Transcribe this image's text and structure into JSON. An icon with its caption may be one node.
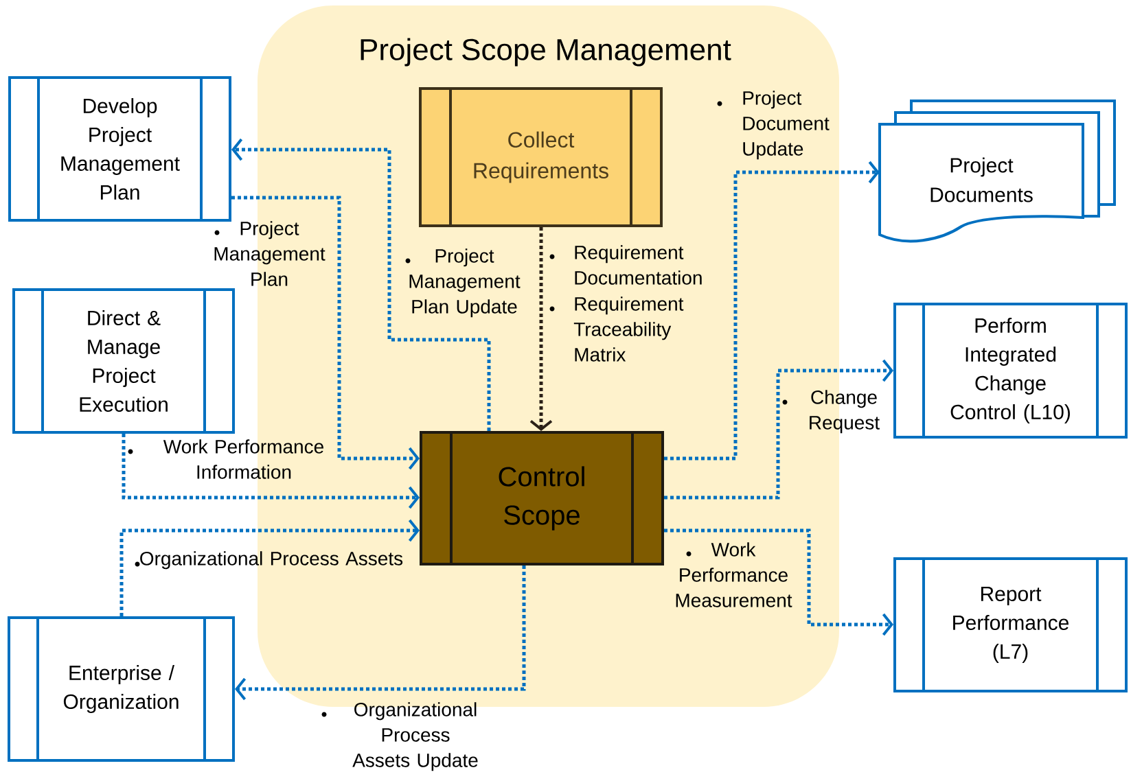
{
  "diagram": {
    "nodes": [
      {
        "text": [
          "Project Scope Management"
        ]
      },
      {
        "text": [
          "Develop Project Management Plan"
        ]
      },
      {
        "text": [
          "Collect Requirements"
        ],
        "in": 0
      },
      {
        "text": [
          "Project Documents"
        ]
      },
      {
        "text": [
          "Direct & Manage Project Execution"
        ]
      },
      {
        "text": [
          "Perform Integrated Change Control (L10)"
        ]
      },
      {
        "text": [
          "Control Scope"
        ],
        "in": 0
      },
      {
        "text": [
          "Enterprise / Organization"
        ]
      },
      {
        "text": [
          "Report Performance (L7)"
        ]
      }
    ],
    "edges": [
      {
        "from": 6,
        "to": 1,
        "arrow": "to",
        "label": "Project Management Plan Update"
      },
      {
        "from": 1,
        "to": 6,
        "arrow": "to",
        "label": "Project Management Plan"
      },
      {
        "from": 2,
        "to": 6,
        "arrow": "to",
        "label": "Requirement Documentation",
        "color": "#2b2118"
      },
      {
        "from": 6,
        "to": 3,
        "arrow": "to",
        "label": "Project Document Update"
      },
      {
        "from": 4,
        "to": 6,
        "arrow": "to",
        "label": "Work Performance Information"
      },
      {
        "from": 6,
        "to": 5,
        "arrow": "to",
        "label": "Change Request"
      },
      {
        "from": 7,
        "to": 6,
        "arrow": "to",
        "label": "Organizational Process Assets"
      },
      {
        "from": 6,
        "to": 8,
        "arrow": "to",
        "label": "Work Performance Measurement"
      },
      {
        "from": 6,
        "to": 7,
        "arrow": "to",
        "label": "Organizational Process Assets Update"
      }
    ],
    "labels": [
      "Requirement Traceability Matrix"
    ]
  }
}
